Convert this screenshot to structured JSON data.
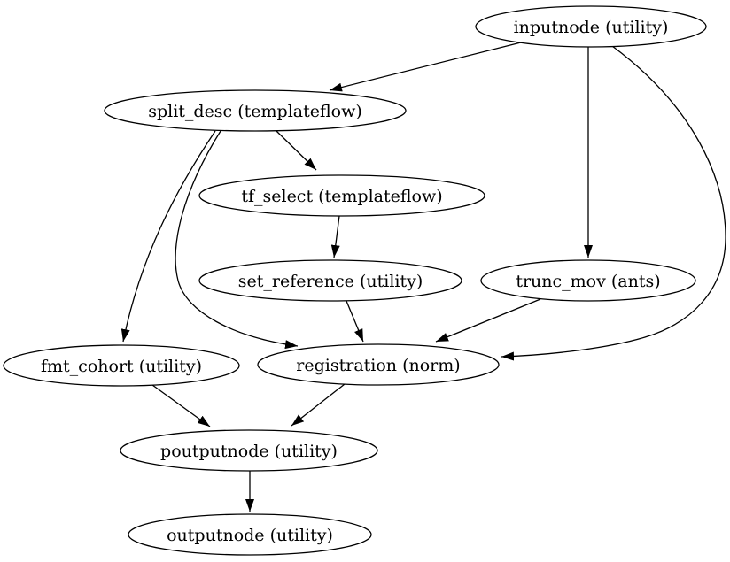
{
  "diagram": {
    "type": "directed-graph",
    "background_color": "#ffffff",
    "node_fill_color": "#ffffff",
    "line_color": "#000000",
    "nodes": [
      {
        "id": "inputnode",
        "label": "inputnode (utility)"
      },
      {
        "id": "split_desc",
        "label": "split_desc (templateflow)"
      },
      {
        "id": "tf_select",
        "label": "tf_select (templateflow)"
      },
      {
        "id": "set_reference",
        "label": "set_reference (utility)"
      },
      {
        "id": "trunc_mov",
        "label": "trunc_mov (ants)"
      },
      {
        "id": "fmt_cohort",
        "label": "fmt_cohort (utility)"
      },
      {
        "id": "registration",
        "label": "registration (norm)"
      },
      {
        "id": "poutputnode",
        "label": "poutputnode (utility)"
      },
      {
        "id": "outputnode",
        "label": "outputnode (utility)"
      }
    ],
    "edges": [
      {
        "from": "inputnode",
        "to": "split_desc"
      },
      {
        "from": "inputnode",
        "to": "trunc_mov"
      },
      {
        "from": "inputnode",
        "to": "registration"
      },
      {
        "from": "split_desc",
        "to": "tf_select"
      },
      {
        "from": "split_desc",
        "to": "fmt_cohort"
      },
      {
        "from": "split_desc",
        "to": "registration"
      },
      {
        "from": "tf_select",
        "to": "set_reference"
      },
      {
        "from": "set_reference",
        "to": "registration"
      },
      {
        "from": "trunc_mov",
        "to": "registration"
      },
      {
        "from": "fmt_cohort",
        "to": "poutputnode"
      },
      {
        "from": "registration",
        "to": "poutputnode"
      },
      {
        "from": "poutputnode",
        "to": "outputnode"
      }
    ]
  }
}
